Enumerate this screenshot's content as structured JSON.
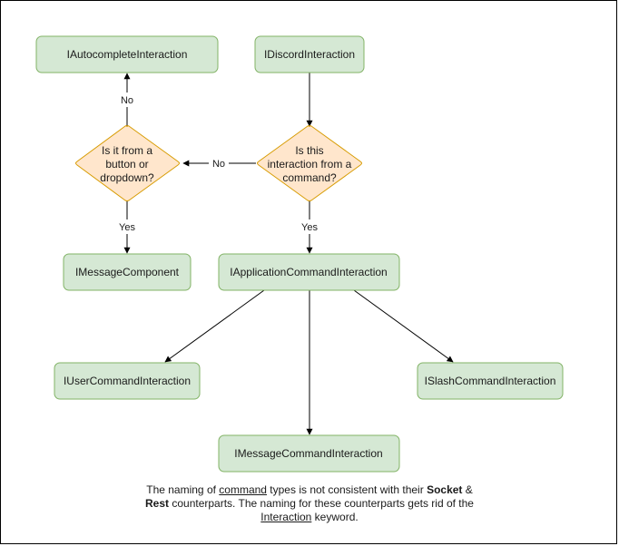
{
  "nodes": {
    "autocomplete": "IAutocompleteInteraction",
    "discord": "IDiscordInteraction",
    "message_component": "IMessageComponent",
    "application_command": "IApplicationCommandInteraction",
    "user_command": "IUserCommandInteraction",
    "slash_command": "ISlashCommandInteraction",
    "message_command": "IMessageCommandInteraction"
  },
  "decisions": {
    "from_command": [
      "Is this",
      "interaction from a",
      "command?"
    ],
    "from_component": [
      "Is it from a",
      "button or",
      "dropdown?"
    ]
  },
  "edge_labels": {
    "component_no": "No",
    "command_no": "No",
    "command_yes": "Yes",
    "component_yes": "Yes"
  },
  "note": {
    "t1": "The naming of ",
    "command": "command",
    "t2": " types is not consistent with their ",
    "socket": "Socket",
    "t3": " & ",
    "rest": "Rest",
    "t4": " counterparts. The naming for these counterparts gets rid of the ",
    "interaction": "Interaction",
    "t5": " keyword."
  }
}
